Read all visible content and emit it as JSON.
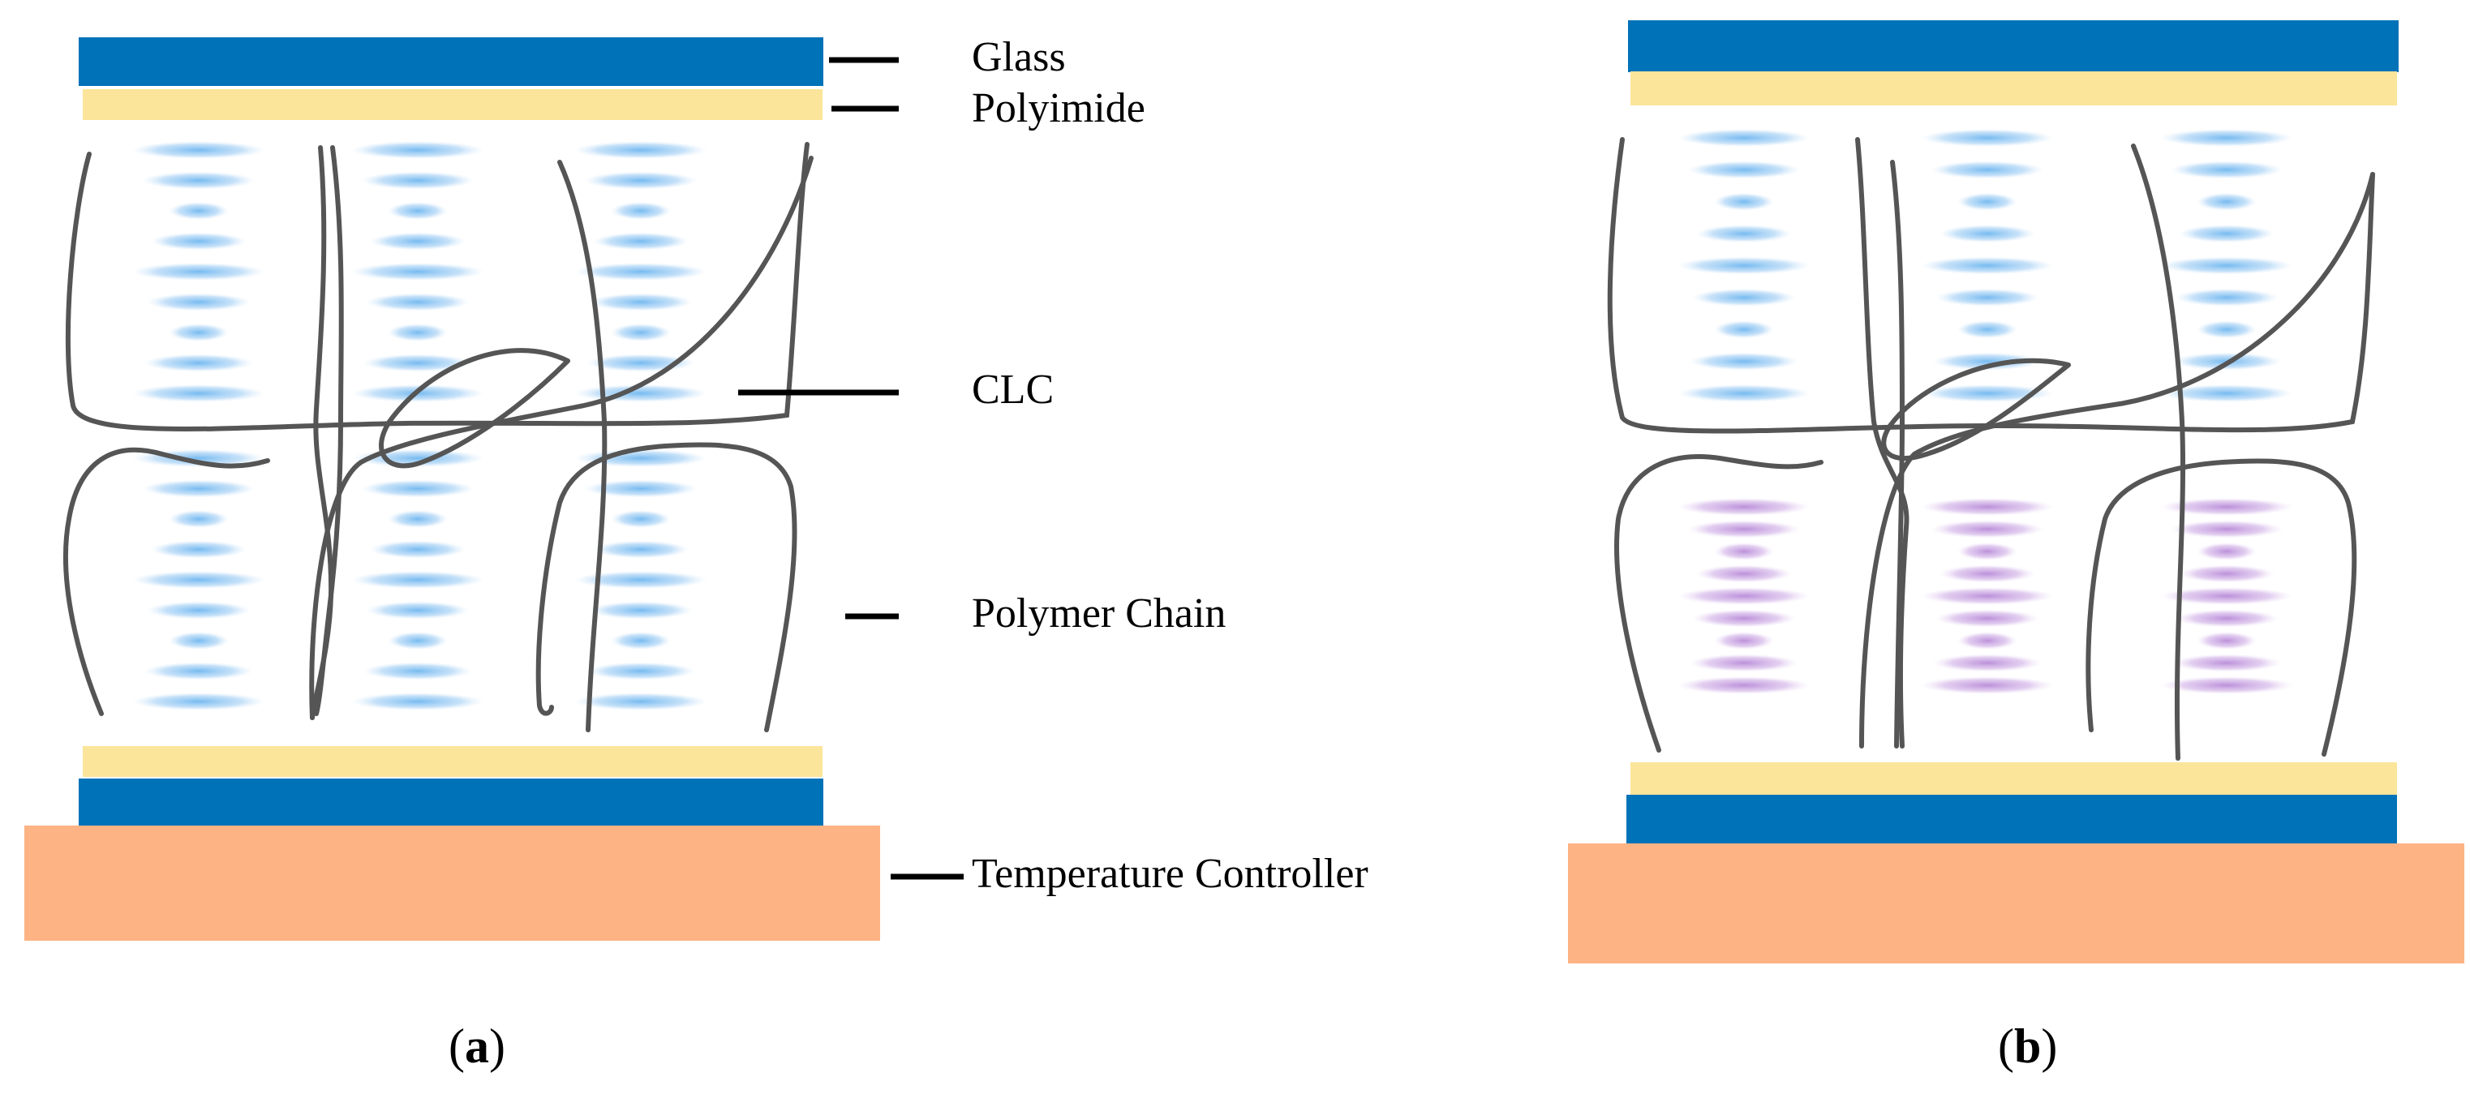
{
  "labels": {
    "glass": "Glass",
    "polyimide": "Polyimide",
    "clc": "CLC",
    "polymer_chain": "Polymer Chain",
    "temperature_controller": "Temperature Controller"
  },
  "captions": {
    "a": "a",
    "b": "b"
  },
  "colors": {
    "glass": "#0072b8",
    "polyimide": "#fbe59a",
    "temperature_controller": "#fdb383",
    "clc_blue": "#6fb7f0",
    "clc_purple": "#b88ad8",
    "polymer_chain": "#555555",
    "leader_line": "#000000"
  }
}
